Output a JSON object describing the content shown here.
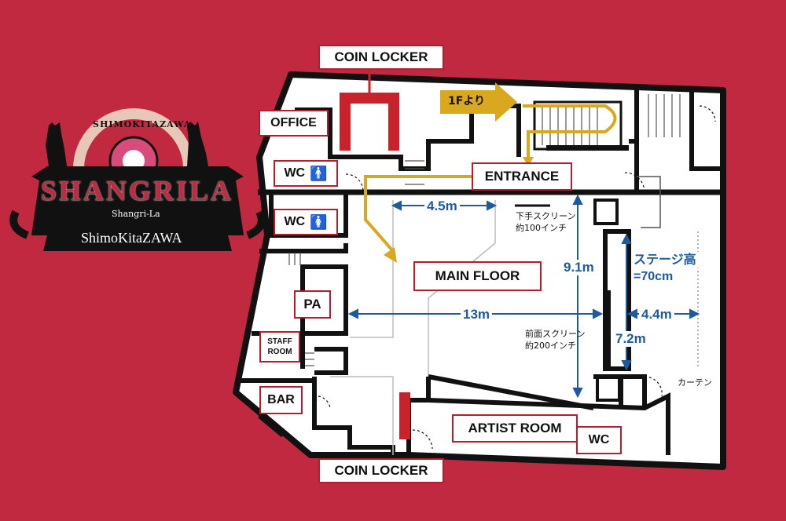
{
  "logo": {
    "arch_text": "SHIMOKITAZAWA",
    "wordmark": "SHANGRILA",
    "tagline": "Shangri-La",
    "location": "ShimoKitaZAWA"
  },
  "rooms": {
    "coin_locker_top": "COIN LOCKER",
    "coin_locker_bottom": "COIN LOCKER",
    "office": "OFFICE",
    "wc_men": "WC",
    "wc_women": "WC",
    "pa": "PA",
    "staff_room": "STAFF ROOM",
    "bar": "BAR",
    "entrance": "ENTRANCE",
    "main_floor": "MAIN FLOOR",
    "artist_room": "ARTIST ROOM",
    "wc_artist": "WC"
  },
  "arrow_label": "1Fより",
  "dimensions": {
    "width_entrance": "4.5m",
    "depth": "9.1m",
    "length": "13m",
    "stage_depth": "4.4m",
    "stage_width": "7.2m",
    "stage_height_title": "ステージ高",
    "stage_height_value": "=70cm"
  },
  "notes": {
    "side_screen_line1": "下手スクリーン",
    "side_screen_line2": "約100インチ",
    "front_screen_line1": "前面スクリーン",
    "front_screen_line2": "約200インチ",
    "curtain": "カーテン"
  },
  "icons": {
    "men": "man-icon",
    "women": "woman-icon"
  },
  "colors": {
    "background": "#c0293f",
    "floor": "#ffffff",
    "wall": "#111111",
    "accent_red": "#c8232c",
    "route_gold": "#d9a81e",
    "dimension_blue": "#1d5a9e"
  }
}
